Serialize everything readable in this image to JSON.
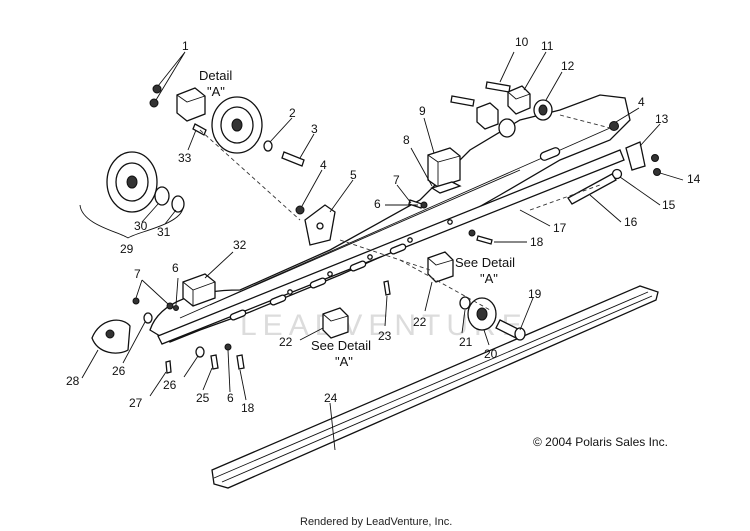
{
  "diagram": {
    "callouts": [
      {
        "id": "c1",
        "text": "1"
      },
      {
        "id": "c2",
        "text": "2"
      },
      {
        "id": "c3",
        "text": "3"
      },
      {
        "id": "c4a",
        "text": "4"
      },
      {
        "id": "c4b",
        "text": "4"
      },
      {
        "id": "c5",
        "text": "5"
      },
      {
        "id": "c6a",
        "text": "6"
      },
      {
        "id": "c6b",
        "text": "6"
      },
      {
        "id": "c6c",
        "text": "6"
      },
      {
        "id": "c7a",
        "text": "7"
      },
      {
        "id": "c7b",
        "text": "7"
      },
      {
        "id": "c8",
        "text": "8"
      },
      {
        "id": "c9",
        "text": "9"
      },
      {
        "id": "c10",
        "text": "10"
      },
      {
        "id": "c11",
        "text": "11"
      },
      {
        "id": "c12",
        "text": "12"
      },
      {
        "id": "c13",
        "text": "13"
      },
      {
        "id": "c14",
        "text": "14"
      },
      {
        "id": "c15",
        "text": "15"
      },
      {
        "id": "c16",
        "text": "16"
      },
      {
        "id": "c17",
        "text": "17"
      },
      {
        "id": "c18a",
        "text": "18"
      },
      {
        "id": "c18b",
        "text": "18"
      },
      {
        "id": "c19",
        "text": "19"
      },
      {
        "id": "c20",
        "text": "20"
      },
      {
        "id": "c21",
        "text": "21"
      },
      {
        "id": "c22a",
        "text": "22"
      },
      {
        "id": "c22b",
        "text": "22"
      },
      {
        "id": "c23",
        "text": "23"
      },
      {
        "id": "c24",
        "text": "24"
      },
      {
        "id": "c25",
        "text": "25"
      },
      {
        "id": "c26a",
        "text": "26"
      },
      {
        "id": "c26b",
        "text": "26"
      },
      {
        "id": "c27",
        "text": "27"
      },
      {
        "id": "c28",
        "text": "28"
      },
      {
        "id": "c29",
        "text": "29"
      },
      {
        "id": "c30",
        "text": "30"
      },
      {
        "id": "c31",
        "text": "31"
      },
      {
        "id": "c32",
        "text": "32"
      },
      {
        "id": "c33",
        "text": "33"
      }
    ],
    "detail_a": {
      "line1": "Detail",
      "line2": "\"A\""
    },
    "see_detail_1": {
      "line1": "See Detail",
      "line2": "\"A\""
    },
    "see_detail_2": {
      "line1": "See Detail",
      "line2": "\"A\""
    },
    "copyright": "© 2004 Polaris Sales Inc.",
    "credit": "Rendered by LeadVenture, Inc."
  }
}
